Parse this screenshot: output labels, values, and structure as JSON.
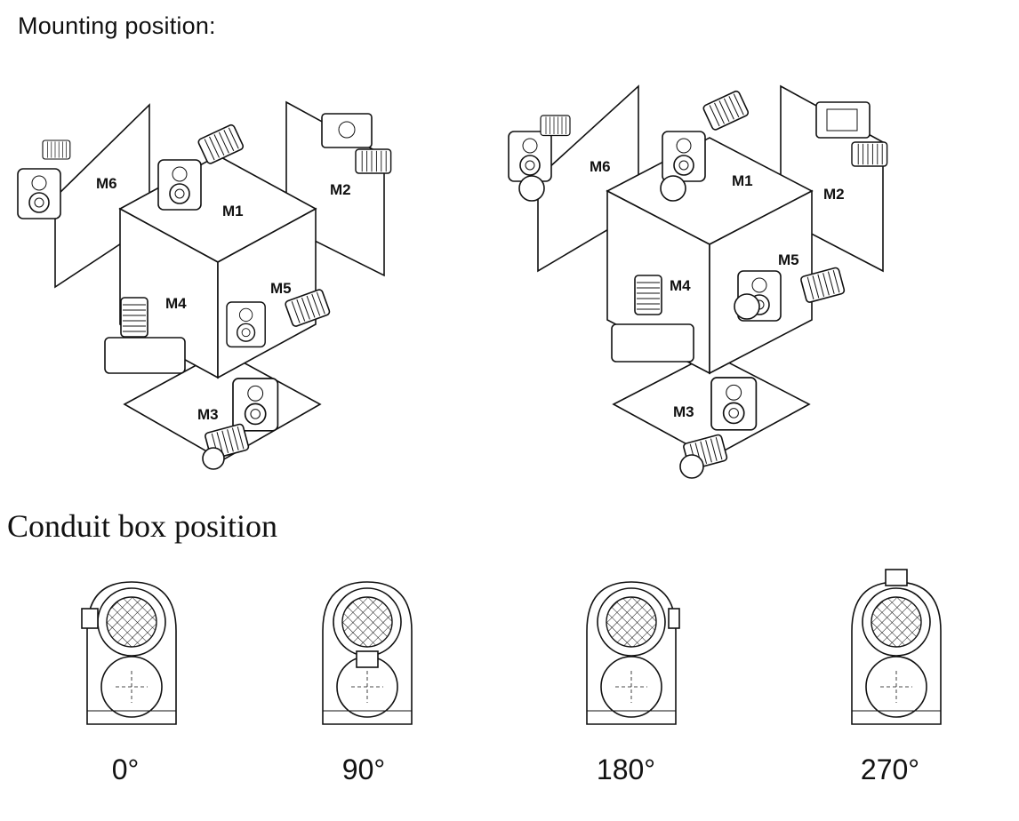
{
  "mounting": {
    "title": "Mounting position:",
    "left_labels": [
      "M1",
      "M2",
      "M3",
      "M4",
      "M5",
      "M6"
    ],
    "right_labels": [
      "M1",
      "M2",
      "M3",
      "M4",
      "M5",
      "M6"
    ]
  },
  "conduit": {
    "title": "Conduit box position",
    "angles": [
      "0°",
      "90°",
      "180°",
      "270°"
    ]
  }
}
